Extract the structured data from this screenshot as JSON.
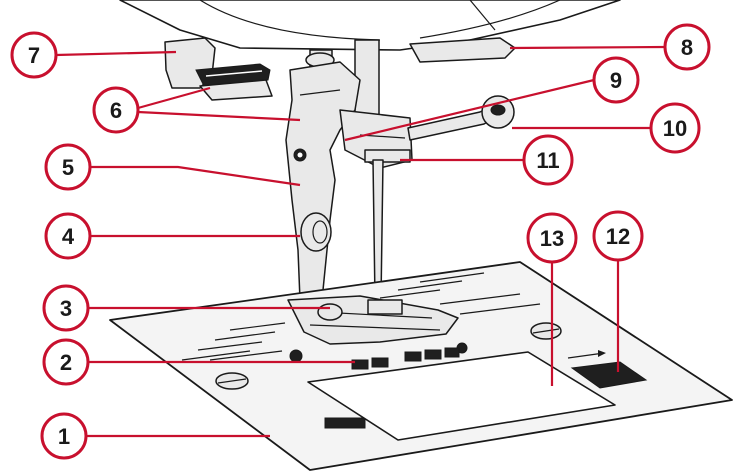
{
  "colors": {
    "callout_stroke": "#c8102e",
    "outline": "#1a1a1a",
    "plate_fill": "#f4f4f4",
    "metal_fill": "#e9e9e9"
  },
  "callouts": [
    {
      "id": "1",
      "label": "1"
    },
    {
      "id": "2",
      "label": "2"
    },
    {
      "id": "3",
      "label": "3"
    },
    {
      "id": "4",
      "label": "4"
    },
    {
      "id": "5",
      "label": "5"
    },
    {
      "id": "6",
      "label": "6"
    },
    {
      "id": "7",
      "label": "7"
    },
    {
      "id": "8",
      "label": "8"
    },
    {
      "id": "9",
      "label": "9"
    },
    {
      "id": "10",
      "label": "10"
    },
    {
      "id": "11",
      "label": "11"
    },
    {
      "id": "12",
      "label": "12"
    },
    {
      "id": "13",
      "label": "13"
    }
  ]
}
